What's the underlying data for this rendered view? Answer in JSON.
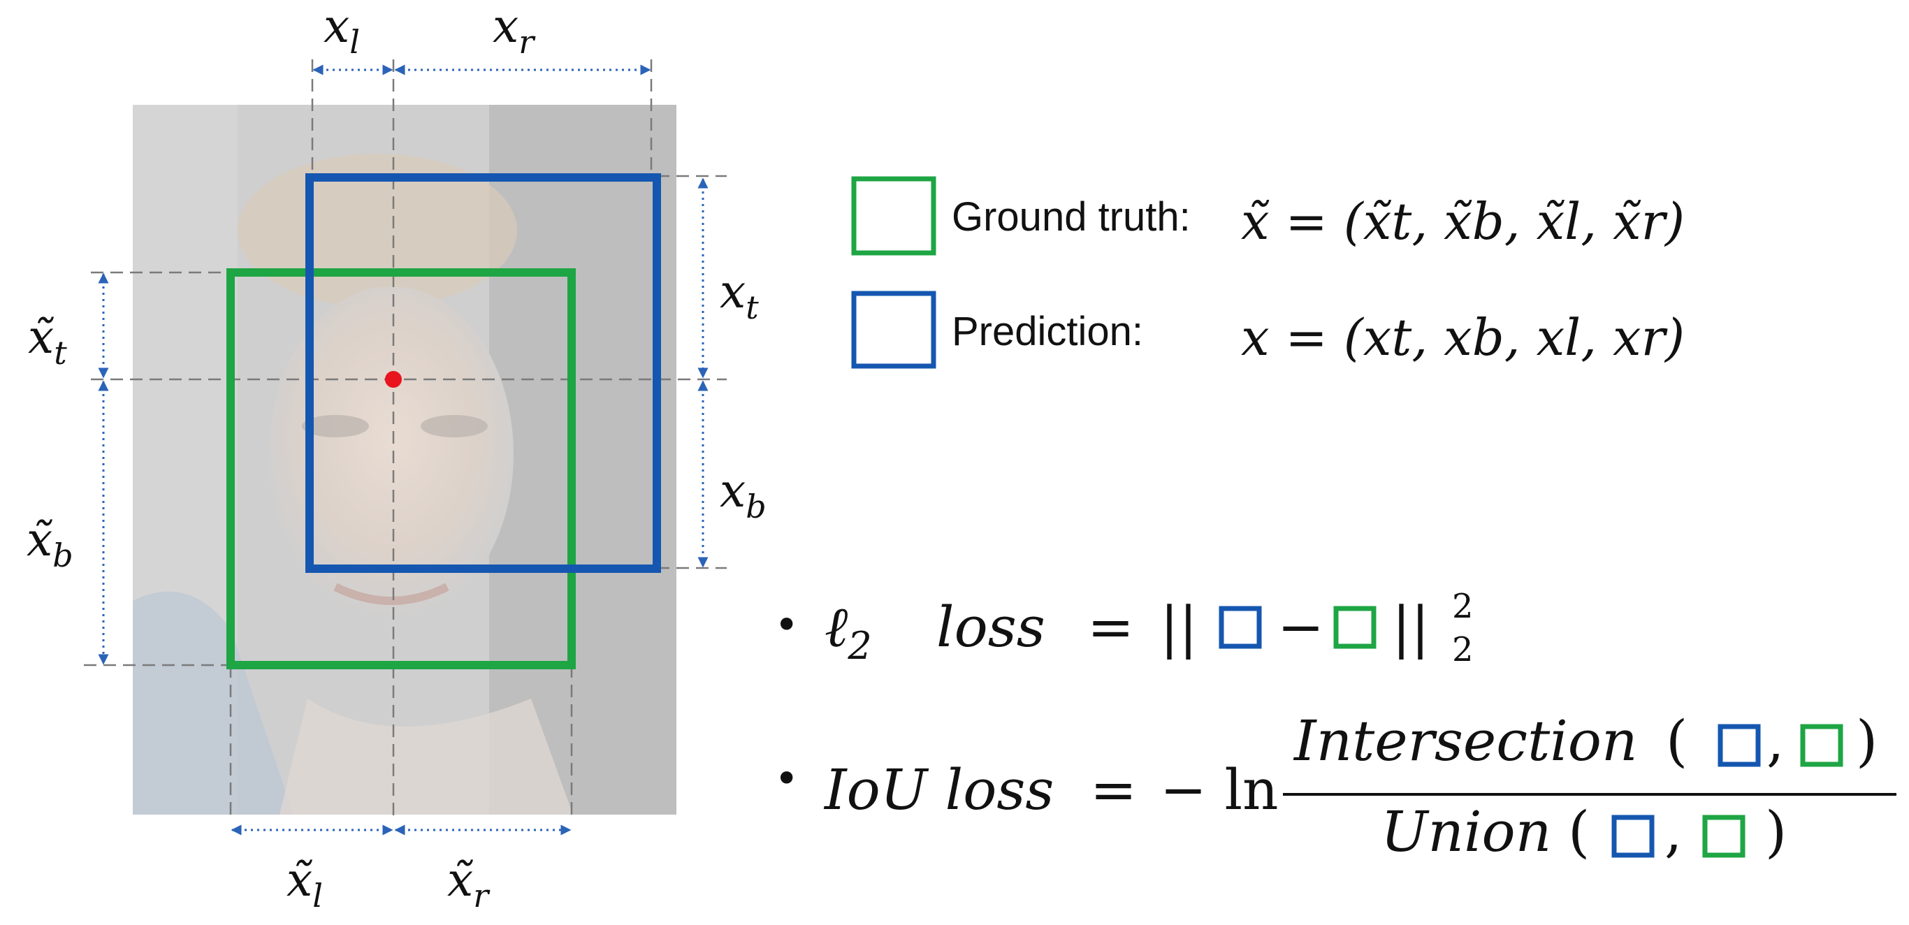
{
  "colors": {
    "ground_truth_box": "#1ea544",
    "prediction_box": "#1557b0",
    "center_point": "#e8141e",
    "arrow": "#2a63b8",
    "guide_line": "#7a7a7a",
    "photo_bg": "#cfcfcf"
  },
  "image": {
    "name": "face-photo"
  },
  "legend": {
    "ground_truth_label": "Ground truth:",
    "prediction_label": "Prediction:",
    "ground_truth_formula": "x̃ = (x̃t, x̃b, x̃l, x̃r)",
    "prediction_formula": "x = (xt, xb, xl, xr)"
  },
  "measure_labels": {
    "pred_left": {
      "base": "x",
      "sub": "l"
    },
    "pred_right": {
      "base": "x",
      "sub": "r"
    },
    "pred_top": {
      "base": "x",
      "sub": "t"
    },
    "pred_bottom": {
      "base": "x",
      "sub": "b"
    },
    "gt_top": {
      "base": "x̃",
      "sub": "t"
    },
    "gt_bottom": {
      "base": "x̃",
      "sub": "b"
    },
    "gt_left": {
      "base": "x̃",
      "sub": "l"
    },
    "gt_right": {
      "base": "x̃",
      "sub": "r"
    }
  },
  "l2_loss": {
    "bullet": "•",
    "symbol": "ℓ",
    "symbol_sub": "2",
    "word": "loss",
    "equals": "=",
    "norm_open": "||",
    "minus": "−",
    "norm_close": "||",
    "superscript": "2",
    "subscript": "2"
  },
  "iou_loss": {
    "bullet": "•",
    "label": "IoU loss",
    "equals": "=",
    "minus_ln": "− ln",
    "numerator_word": "Intersection",
    "denominator_word": "Union",
    "open_paren": "(",
    "comma": ",",
    "close_paren": ")"
  }
}
